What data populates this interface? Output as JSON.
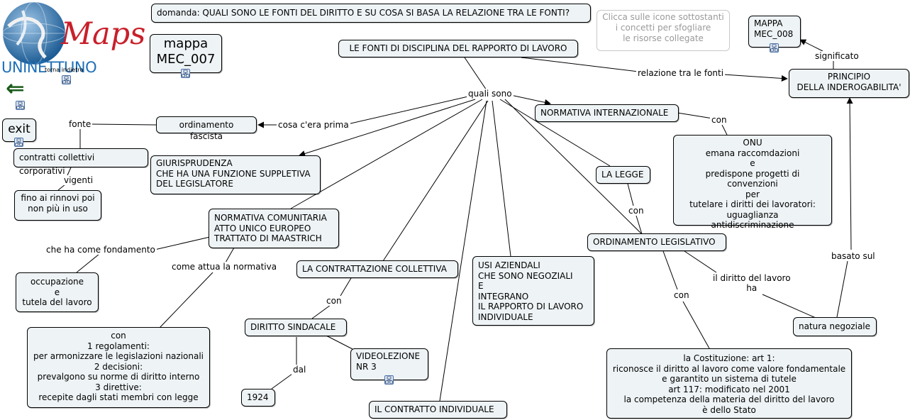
{
  "logo": {
    "script_text": "Maps",
    "brand_text": "UNINETTUNO",
    "torna_label": "torna indietro"
  },
  "nav": {
    "back_arrow": "⇐",
    "exit_label": "exit"
  },
  "colors": {
    "node_bg": "#eef3f5",
    "logo_red": "#c8202a",
    "logo_blue": "#1e6fb8",
    "arrow_green": "#1a5b1a"
  },
  "header": {
    "question": "domanda: QUALI SONO LE FONTI DEL DIRITTO E SU COSA SI BASA LA RELAZIONE TRA LE FONTI?",
    "map_title": "mappa\nMEC_007",
    "hint": "Clicca sulle icone sottostanti\ni concetti per sfogliare\nle risorse collegate"
  },
  "nodes": {
    "fonti": "LE FONTI DI DISCIPLINA DEL RAPPORTO DI LAVORO",
    "mappa_008": "MAPPA\nMEC_008",
    "principio": "PRINCIPIO\nDELLA INDEROGABILITA'",
    "ordinamento_fascista": "ordinamento fascista",
    "contratti_corporativi": "contratti collettivi corporativi",
    "rinnovi": "fino ai rinnovi poi\nnon più in uso",
    "giurisprudenza": "GIURISPRUDENZA\nCHE HA UNA FUNZIONE SUPPLETIVA\nDEL LEGISLATORE",
    "normativa_internazionale": "NORMATIVA INTERNAZIONALE",
    "onu": "ONU\nemana raccomdazioni\ne\npredispone progetti di convenzioni\nper\ntutelare i diritti dei lavoratori:\nuguaglianza\nantidiscriminazione",
    "la_legge": "LA LEGGE",
    "normativa_comunitaria": "NORMATIVA COMUNITARIA\nATTO UNICO EUROPEO\nTRATTATO DI MAASTRICH",
    "occupazione": "occupazione\ne\ntutela del lavoro",
    "regolamenti": "con\n1 regolamenti:\nper armonizzare le legislazioni nazionali\n2 decisioni:\nprevalgono su norme di diritto interno\n3 direttive:\nrecepite dagli stati membri con legge",
    "contrattazione": "LA CONTRATTAZIONE COLLETTIVA",
    "usi_aziendali": "USI AZIENDALI\nCHE SONO NEGOZIALI\nE\nINTEGRANO\nIL RAPPORTO DI LAVORO\nINDIVIDUALE",
    "ordinamento_legislativo": "ORDINAMENTO LEGISLATIVO",
    "diritto_sindacale": "DIRITTO SINDACALE",
    "videolezione": "VIDEOLEZIONE\nNR 3",
    "anno_1924": "1924",
    "contratto_individuale": "IL CONTRATTO INDIVIDUALE",
    "natura_negoziale": "natura negoziale",
    "costituzione": "la Costituzione: art 1:\nriconosce il diritto al lavoro come valore fondamentale\ne garantito un sistema di tutele\nart 117: modificato nel 2001\nla competenza della materia del diritto del lavoro\nè dello Stato"
  },
  "links": {
    "quali_sono": "quali sono",
    "relazione": "relazione tra le fonti",
    "significato": "significato",
    "cosa_prima": "cosa c'era prima",
    "fonte": "fonte",
    "vigenti": "vigenti",
    "con_onu": "con",
    "con_legge": "con",
    "che_ha_fondamento": "che ha come fondamento",
    "come_attua": "come attua la normativa",
    "con_sindacale": "con",
    "dal": "dal",
    "basato_sul": "basato sul",
    "diritto_lavoro_ha": "il diritto del lavoro\nha",
    "con_costituzione": "con"
  }
}
